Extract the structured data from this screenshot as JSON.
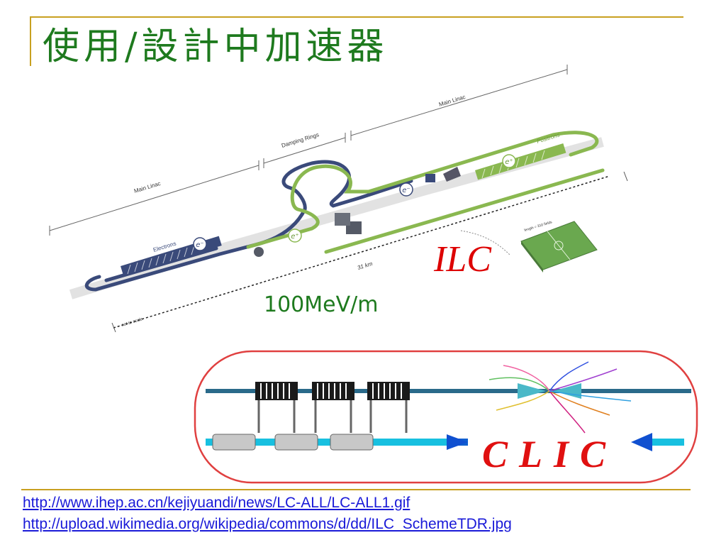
{
  "slide": {
    "title": "使用/設計中加速器",
    "accent_color": "#c8a020",
    "title_color": "#1e7a1e"
  },
  "ilc_figure": {
    "label": "ILC",
    "label_color": "#dd0000",
    "gradient": "100MeV/m",
    "labels": {
      "main_linac_left": "Main Linac",
      "damping_rings": "Damping Rings",
      "main_linac_right": "Main Linac",
      "electrons": "Electrons",
      "positrons": "Positrons",
      "electron_symbol": "e⁻",
      "positron_symbol": "e⁺",
      "length": "31 km",
      "scale_note": "not to scale",
      "field_note": "length = 310 fields"
    },
    "colors": {
      "electron": "#3a4a7a",
      "positron": "#8ab850",
      "field": "#6aa84f"
    }
  },
  "clic_figure": {
    "label": "CLIC",
    "label_color": "#e01010"
  },
  "links": [
    "http://www.ihep.ac.cn/kejiyuandi/news/LC-ALL/LC-ALL1.gif",
    "http://upload.wikimedia.org/wikipedia/commons/d/dd/ILC_SchemeTDR.jpg"
  ]
}
